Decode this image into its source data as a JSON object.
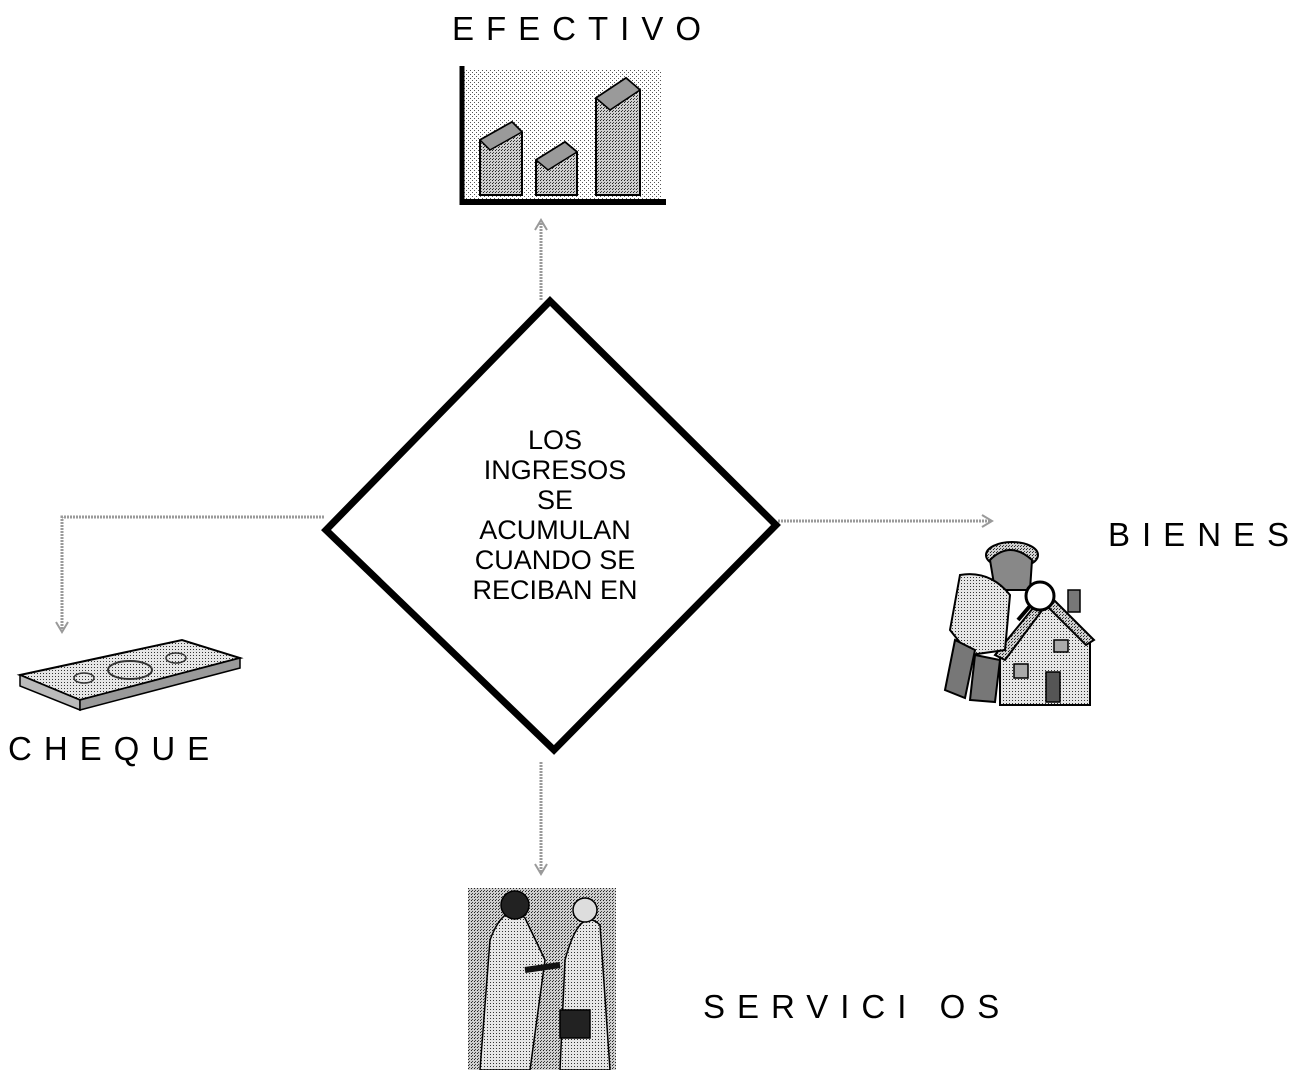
{
  "center": {
    "lines": [
      "LOS",
      "INGRESOS",
      "SE",
      "ACUMULAN",
      "CUANDO SE",
      "RECIBAN  EN"
    ]
  },
  "labels": {
    "efectivo": "EFECTIVO",
    "bienes": "BIENES",
    "cheque": "CHEQUE",
    "servicios": "SERVICI OS"
  },
  "icons": {
    "efectivo": "money-stack-bar-chart-icon",
    "bienes": "detective-house-icon",
    "cheque": "cheque-bundle-icon",
    "servicios": "businesspeople-handshake-icon"
  },
  "colors": {
    "line": "#000000",
    "connector": "#9a9a9a",
    "background": "#ffffff"
  }
}
